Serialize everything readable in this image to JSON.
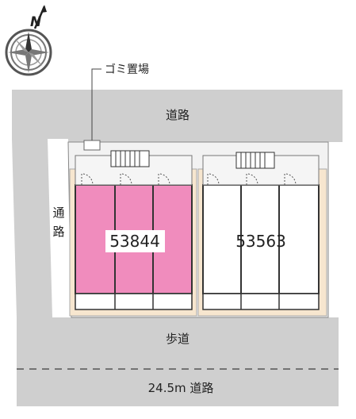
{
  "compass": {
    "north_label": "N"
  },
  "labels": {
    "garbage_area": "ゴミ置場",
    "road_top": "道路",
    "passage_left_1": "通",
    "passage_left_2": "路",
    "sidewalk": "歩道",
    "road_bottom": "24.5m 道路"
  },
  "buildings": [
    {
      "id": "53844",
      "highlighted": true
    },
    {
      "id": "53563",
      "highlighted": false
    }
  ],
  "colors": {
    "road_gray": "#cfcfcf",
    "highlight_pink": "#f08cbd",
    "lot_beige": "#f7e6cf",
    "outline": "#333333"
  }
}
